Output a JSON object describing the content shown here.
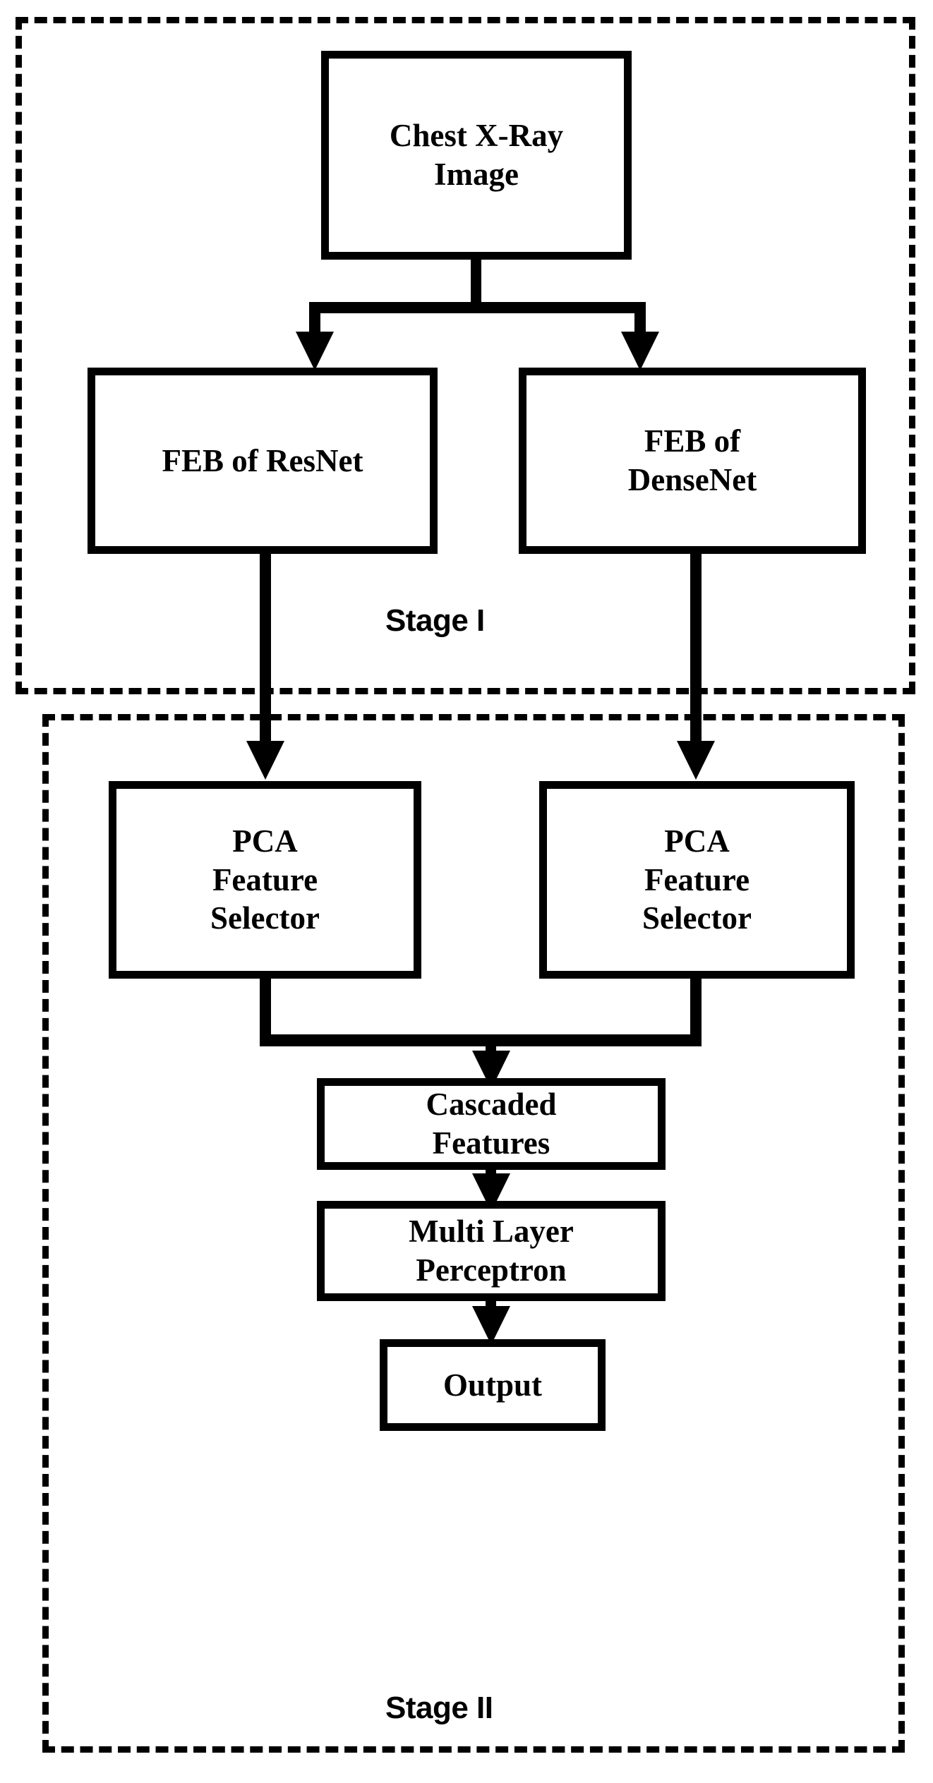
{
  "diagram": {
    "title": "Two-stage deep feature extraction and classification pipeline",
    "type": "flowchart",
    "orientation": "top-to-bottom",
    "colors": {
      "stroke": "#000000",
      "fill": "#ffffff",
      "background": "#ffffff"
    },
    "stages": [
      {
        "id": "stage-1",
        "label": "Stage I",
        "label_position": "bottom-center",
        "border_style": "dashed",
        "nodes": [
          "chest-xray",
          "feb-resnet",
          "feb-densenet"
        ]
      },
      {
        "id": "stage-2",
        "label": "Stage II",
        "label_position": "bottom-center",
        "border_style": "dashed",
        "nodes": [
          "pca-left",
          "pca-right",
          "cascaded-features",
          "multi-layer-perceptron",
          "output"
        ]
      }
    ],
    "nodes": [
      {
        "id": "chest-xray",
        "label": "Chest X-Ray Image",
        "lines": [
          "Chest X-Ray",
          "Image"
        ],
        "shape": "rectangle"
      },
      {
        "id": "feb-resnet",
        "label": "FEB of ResNet",
        "lines": [
          "FEB of ResNet"
        ],
        "shape": "rectangle"
      },
      {
        "id": "feb-densenet",
        "label": "FEB of DenseNet",
        "lines": [
          "FEB of",
          "DenseNet"
        ],
        "shape": "rectangle"
      },
      {
        "id": "pca-left",
        "label": "PCA Feature Selector",
        "lines": [
          "PCA",
          "Feature",
          "Selector"
        ],
        "shape": "rectangle"
      },
      {
        "id": "pca-right",
        "label": "PCA Feature Selector",
        "lines": [
          "PCA",
          "Feature",
          "Selector"
        ],
        "shape": "rectangle"
      },
      {
        "id": "cascaded-features",
        "label": "Cascaded Features",
        "lines": [
          "Cascaded",
          "Features"
        ],
        "shape": "rectangle"
      },
      {
        "id": "multi-layer-perceptron",
        "label": "Multi Layer Perceptron",
        "lines": [
          "Multi Layer",
          "Perceptron"
        ],
        "shape": "rectangle"
      },
      {
        "id": "output",
        "label": "Output",
        "lines": [
          "Output"
        ],
        "shape": "rectangle"
      }
    ],
    "edges": [
      {
        "from": "chest-xray",
        "to": "feb-resnet",
        "style": "split-arrow"
      },
      {
        "from": "chest-xray",
        "to": "feb-densenet",
        "style": "split-arrow"
      },
      {
        "from": "feb-resnet",
        "to": "pca-left",
        "style": "arrow"
      },
      {
        "from": "feb-densenet",
        "to": "pca-right",
        "style": "arrow"
      },
      {
        "from": "pca-left",
        "to": "cascaded-features",
        "style": "merge-arrow"
      },
      {
        "from": "pca-right",
        "to": "cascaded-features",
        "style": "merge-arrow"
      },
      {
        "from": "cascaded-features",
        "to": "multi-layer-perceptron",
        "style": "arrow"
      },
      {
        "from": "multi-layer-perceptron",
        "to": "output",
        "style": "arrow"
      }
    ]
  },
  "labels": {
    "chest_xray_l1": "Chest X-Ray",
    "chest_xray_l2": "Image",
    "feb_resnet": "FEB of ResNet",
    "feb_densenet_l1": "FEB of",
    "feb_densenet_l2": "DenseNet",
    "pca_l1": "PCA",
    "pca_l2": "Feature",
    "pca_l3": "Selector",
    "cascaded_l1": "Cascaded",
    "cascaded_l2": "Features",
    "mlp_l1": "Multi Layer",
    "mlp_l2": "Perceptron",
    "output": "Output",
    "stage_1": "Stage I",
    "stage_2": "Stage II"
  }
}
